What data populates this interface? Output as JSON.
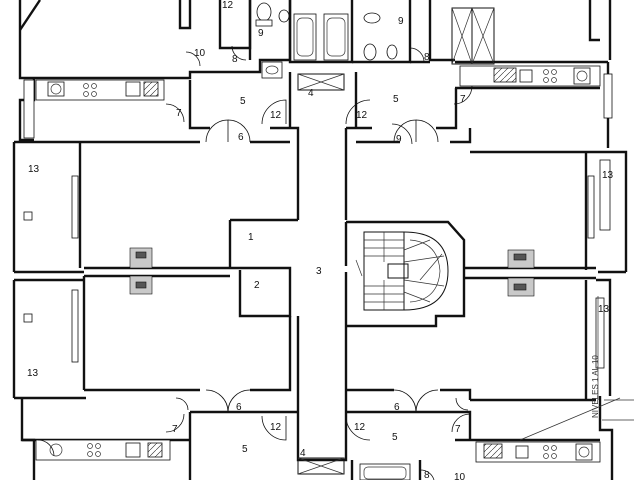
{
  "plan": {
    "labels": {
      "r1": "1",
      "r2": "2",
      "r3": "3",
      "r4": "4",
      "r5": "5",
      "r6": "6",
      "r7": "7",
      "r8": "8",
      "r9": "9",
      "r10": "10",
      "r12": "12",
      "r13": "13"
    },
    "side_annotation": "NIVELES 1 AL 10"
  }
}
